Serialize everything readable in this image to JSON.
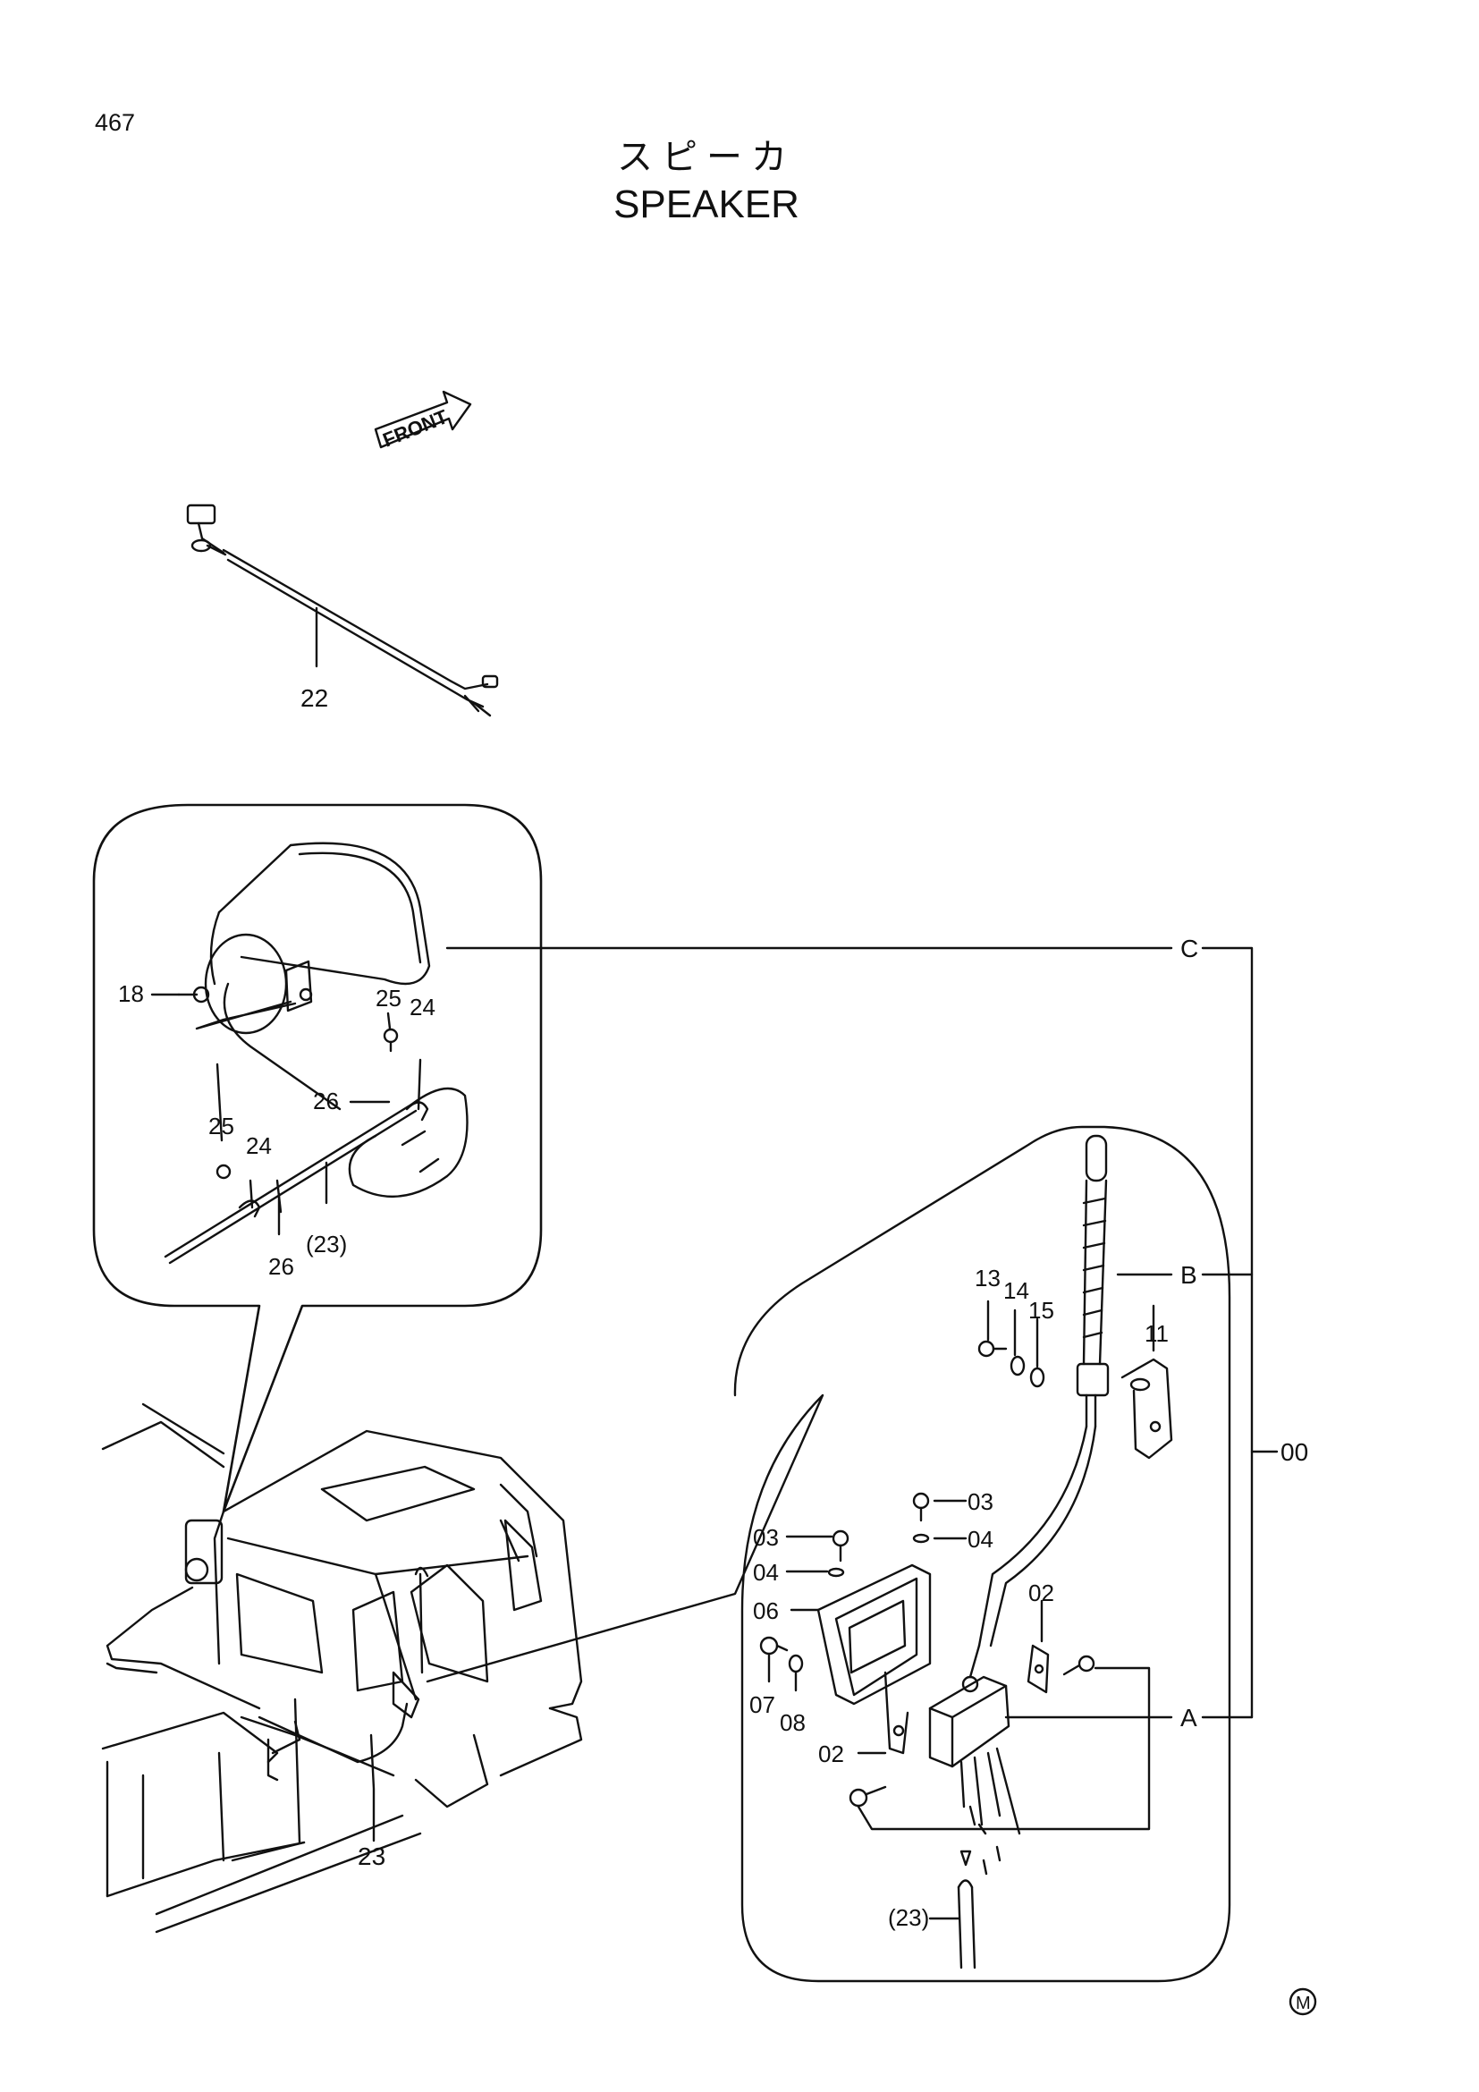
{
  "page_number": "467",
  "title_jp": "スピーカ",
  "title_en": "SPEAKER",
  "front_label": "FRONT",
  "callouts": {
    "c22": "22",
    "c18": "18",
    "c25a": "25",
    "c24a": "24",
    "c26a": "26",
    "c25b": "25",
    "c24b": "24",
    "c26b": "26",
    "c23a": "(23)",
    "c23b": "23",
    "cC": "C",
    "cB": "B",
    "cA": "A",
    "c00": "00",
    "c13": "13",
    "c14": "14",
    "c15": "15",
    "c11": "11",
    "c03a": "03",
    "c03b": "03",
    "c04a": "04",
    "c04b": "04",
    "c06": "06",
    "c07": "07",
    "c08": "08",
    "c02a": "02",
    "c02b": "02",
    "c23c": "(23)"
  },
  "mark": "M"
}
